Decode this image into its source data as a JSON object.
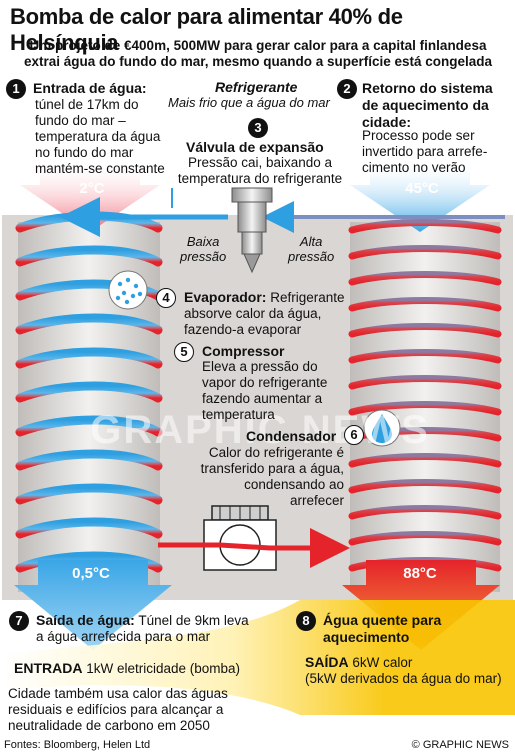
{
  "header": {
    "title": "Bomba de calor para alimentar 40% de Helsínquia",
    "subtitle_line1": "Um projeto de €400m, 500MW para gerar calor para a capital finlandesa",
    "subtitle_line2": "extrai água do fundo do mar, mesmo quando a superfície está congelada"
  },
  "steps": {
    "s1": {
      "num": "1",
      "title": "Entrada de água:",
      "text": [
        "túnel de 17km do",
        "fundo do mar –",
        "temperatura da água",
        "no fundo do mar",
        "mantém-se constante"
      ]
    },
    "s2": {
      "num": "2",
      "title": [
        "Retorno do sistema",
        "de aquecimento da",
        "cidade:"
      ],
      "text": [
        "Processo pode ser",
        "invertido para arrefe-",
        "cimento no verão"
      ]
    },
    "s3": {
      "num": "3",
      "title": "Válvula de expansão",
      "text": [
        "Pressão cai, baixando a",
        "temperatura do refrigerante"
      ]
    },
    "s4": {
      "num": "4",
      "title": "Evaporador:",
      "title_rest": " Refrigerante",
      "text": [
        "absorve calor da água,",
        "fazendo-a evaporar"
      ]
    },
    "s5": {
      "num": "5",
      "title": "Compressor",
      "text": [
        "Eleva a pressão do",
        "vapor do refrigerante",
        "fazendo aumentar a",
        "temperatura"
      ]
    },
    "s6": {
      "num": "6",
      "title": "Condensador",
      "text": [
        "Calor do refrigerante é",
        "transferido para a água,",
        "condensando ao",
        "arrefecer"
      ]
    },
    "s7": {
      "num": "7",
      "title": "Saída de água:",
      "title_rest": " Túnel de 9km leva",
      "text": [
        "a água arrefecida para o mar"
      ]
    },
    "s8": {
      "num": "8",
      "title": [
        "Água quente para",
        "aquecimento"
      ]
    }
  },
  "refrigerant": {
    "title": "Refrigerante",
    "text": "Mais frio que a água do mar"
  },
  "pressure": {
    "low": [
      "Baixa",
      "pressão"
    ],
    "high": [
      "Alta",
      "pressão"
    ]
  },
  "temps": {
    "in_cold": "2°C",
    "return": "45°C",
    "out_cold": "0,5°C",
    "out_hot": "88°C"
  },
  "energy": {
    "in_label": "ENTRADA",
    "in_text": " 1kW eletricidade (bomba)",
    "out_label": "SAÍDA",
    "out_text": " 6kW calor",
    "out_text2": "(5kW derivados da água do mar)"
  },
  "note": [
    "Cidade também usa calor das águas",
    "residuais e edifícios para alcançar a",
    "neutralidade de carbono em 2050"
  ],
  "watermark": "GRAPHIC NEWS",
  "footer": {
    "sources": "Fontes: Bloomberg, Helen Ltd",
    "credit": "© GRAPHIC NEWS"
  },
  "colors": {
    "cold": "#2e9fe0",
    "hot": "#e5232b",
    "panel": "#d9d6d3",
    "glow": "#f7c500"
  }
}
